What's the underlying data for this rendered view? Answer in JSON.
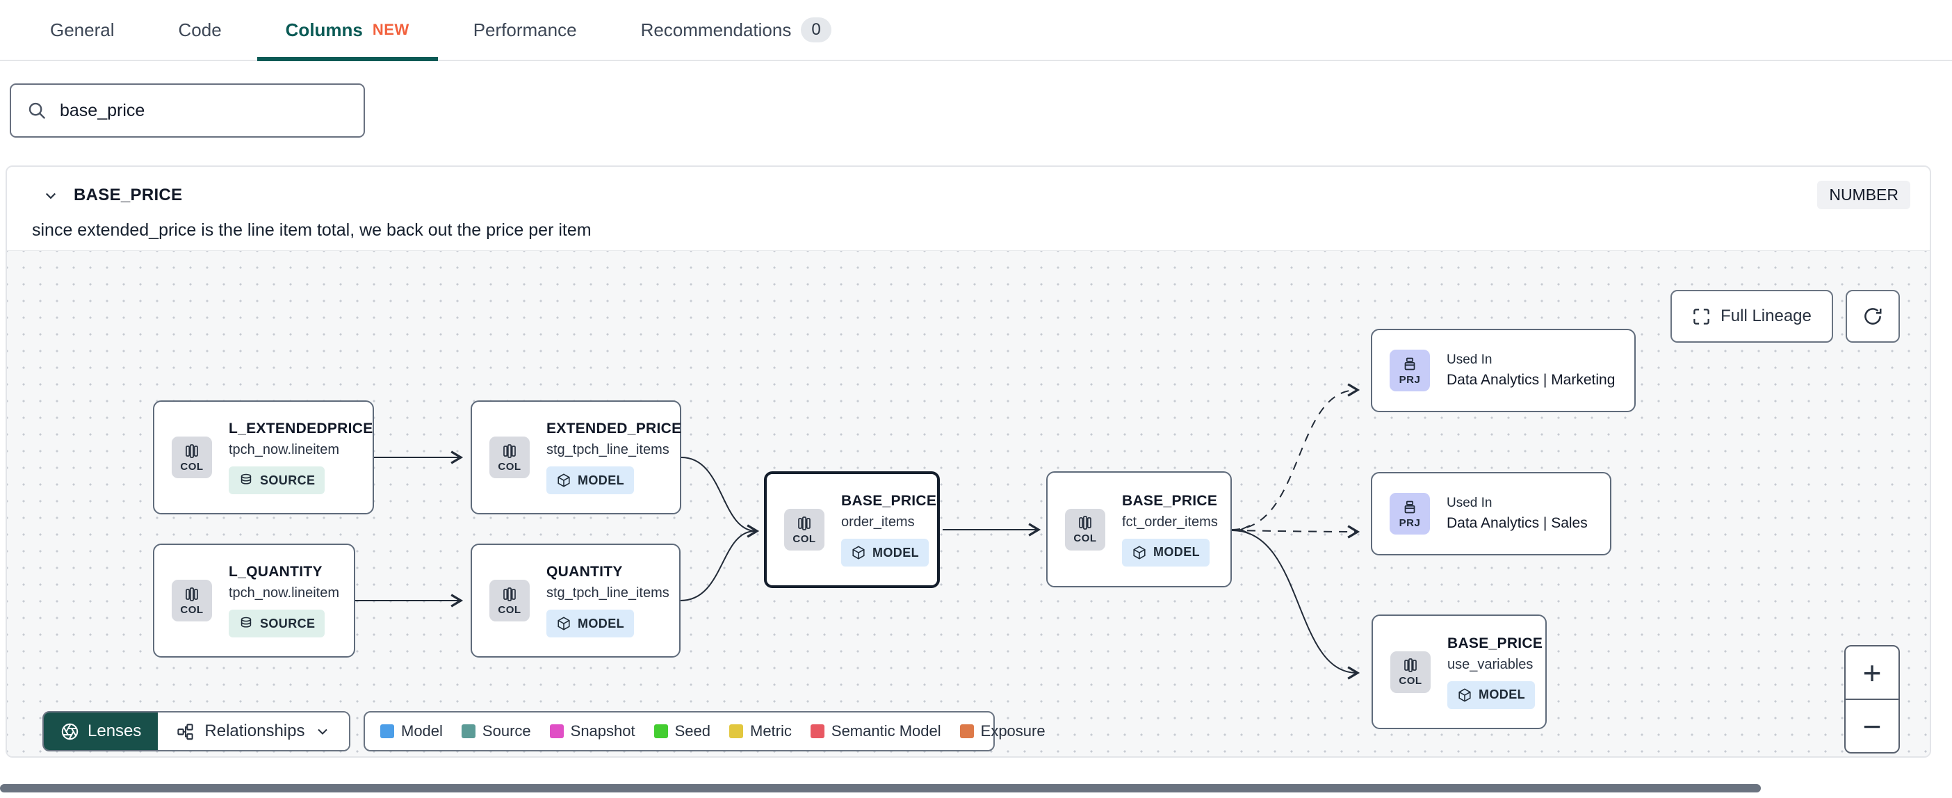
{
  "tabs": [
    {
      "label": "General"
    },
    {
      "label": "Code"
    },
    {
      "label": "Columns",
      "badge": "NEW",
      "active": true
    },
    {
      "label": "Performance"
    },
    {
      "label": "Recommendations",
      "count": "0"
    }
  ],
  "search": {
    "value": "base_price"
  },
  "column": {
    "name": "BASE_PRICE",
    "type": "NUMBER",
    "description": "since extended_price is the line item total, we back out the price per item"
  },
  "lineage": {
    "toolbar": {
      "full_lineage": "Full Lineage",
      "lenses": "Lenses",
      "relationships": "Relationships",
      "zoom_in": "+",
      "zoom_out": "−"
    },
    "nodes": [
      {
        "chip": "COL",
        "title": "L_EXTENDEDPRICE",
        "subtitle": "tpch_now.lineitem",
        "badge": "SOURCE"
      },
      {
        "chip": "COL",
        "title": "L_QUANTITY",
        "subtitle": "tpch_now.lineitem",
        "badge": "SOURCE"
      },
      {
        "chip": "COL",
        "title": "EXTENDED_PRICE",
        "subtitle": "stg_tpch_line_items",
        "badge": "MODEL"
      },
      {
        "chip": "COL",
        "title": "QUANTITY",
        "subtitle": "stg_tpch_line_items",
        "badge": "MODEL"
      },
      {
        "chip": "COL",
        "title": "BASE_PRICE",
        "subtitle": "order_items",
        "badge": "MODEL",
        "selected": true
      },
      {
        "chip": "COL",
        "title": "BASE_PRICE",
        "subtitle": "fct_order_items",
        "badge": "MODEL"
      },
      {
        "chip": "PRJ",
        "pretitle": "Used In",
        "title": "Data Analytics | Marketing"
      },
      {
        "chip": "PRJ",
        "pretitle": "Used In",
        "title": "Data Analytics | Sales"
      },
      {
        "chip": "COL",
        "title": "BASE_PRICE",
        "subtitle": "use_variables",
        "badge": "MODEL"
      }
    ],
    "legend": [
      {
        "label": "Model",
        "color": "#4C9EE8"
      },
      {
        "label": "Source",
        "color": "#5B9B96"
      },
      {
        "label": "Snapshot",
        "color": "#E04FC5"
      },
      {
        "label": "Seed",
        "color": "#43CD30"
      },
      {
        "label": "Metric",
        "color": "#E2C73E"
      },
      {
        "label": "Semantic Model",
        "color": "#E85862"
      },
      {
        "label": "Exposure",
        "color": "#DD7948"
      }
    ]
  },
  "colors": {
    "active_tab_teal": "#0A5A55",
    "lenses_button_teal": "#18504A",
    "new_badge_orange": "#F2613D",
    "edge_color": "#222B38"
  }
}
